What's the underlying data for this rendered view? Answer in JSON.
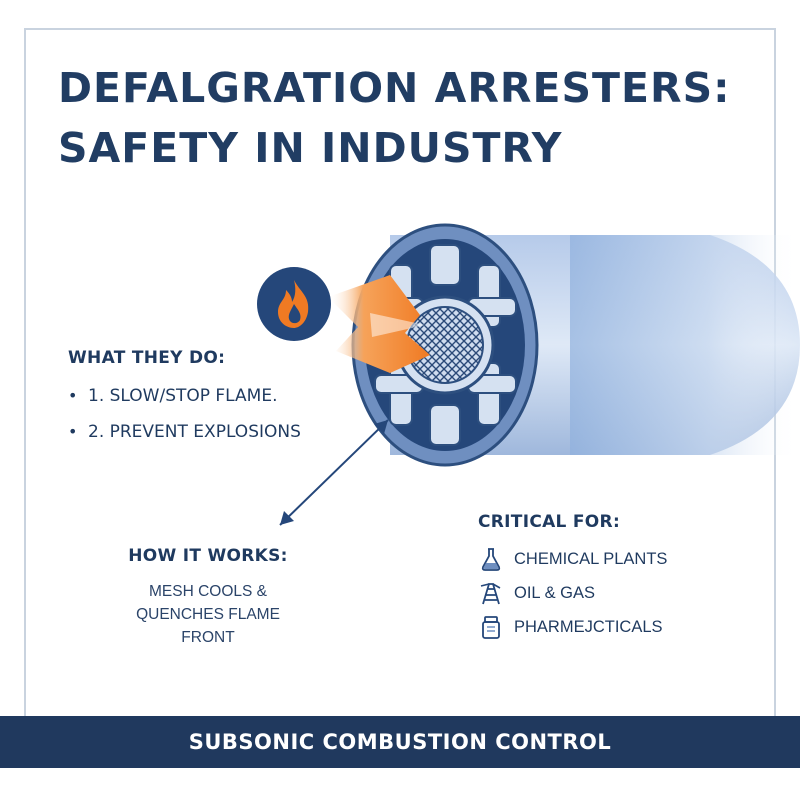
{
  "title": {
    "line1": "DEFALGRATION ARRESTERS:",
    "line2": "SAFETY IN INDUSTRY"
  },
  "what_they_do": {
    "heading": "WHAT THEY DO:",
    "items": [
      {
        "bullet": "•",
        "text": "1. SLOW/STOP FLAME."
      },
      {
        "bullet": "•",
        "text": "2.  PREVENT EXPLOSIONS"
      }
    ]
  },
  "how_it_works": {
    "heading": "HOW IT WORKS:",
    "line1": "MESH COOLS &",
    "line2": "QUENCHES FLAME FRONT"
  },
  "critical_for": {
    "heading": "CRITICAL FOR:",
    "items": [
      {
        "icon": "flask-icon",
        "text": "CHEMICAL PLANTS"
      },
      {
        "icon": "oil-rig-icon",
        "text": "OIL & GAS"
      },
      {
        "icon": "pill-bottle-icon",
        "text": "PHARMEJCTICALS"
      }
    ]
  },
  "footer": {
    "text": "SUBSONIC COMBUSTION CONTROL"
  },
  "colors": {
    "navy": "#20395e",
    "steel_blue": "#6f8fc0",
    "light_blue": "#b9cbe6",
    "flame_orange": "#f07a23",
    "border": "#c9d3df"
  }
}
